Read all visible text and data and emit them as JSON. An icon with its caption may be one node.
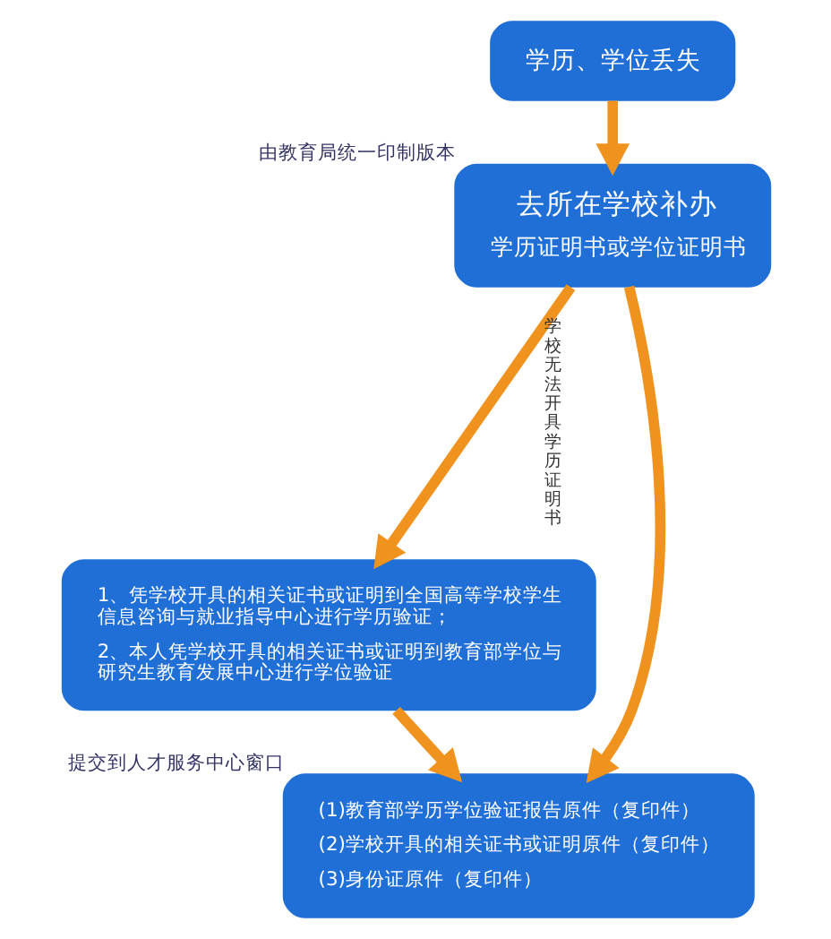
{
  "diagram": {
    "nodes": [
      {
        "text": [
          "学历、学位丢失"
        ]
      },
      {
        "text": [
          "去所在学校补办",
          "学历证明书或学位证明书"
        ],
        "beside": [
          "由教育局统一印制版本"
        ]
      },
      {
        "text": [
          "1、凭学校开具的相关证书或证明到全国高等学校学生信息咨询与就业指导中心进行学历验证；",
          "2、本人凭学校开具的相关证书或证明到教育部学位与研究生教育发展中心进行学位验证"
        ]
      },
      {
        "text": [
          "(1)教育部学历学位验证报告原件（复印件）",
          "(2)学校开具的相关证书或证明原件（复印件）",
          "(3)身份证原件（复印件）"
        ],
        "beside": [
          "提交到人才服务中心窗口"
        ]
      }
    ],
    "edges": [
      {
        "from": 0,
        "to": 1,
        "arrow": "to"
      },
      {
        "from": 1,
        "to": 2,
        "arrow": "to",
        "label": "学校无法开具学历证明书"
      },
      {
        "from": 1,
        "to": 3,
        "arrow": "to"
      },
      {
        "from": 2,
        "to": 3,
        "arrow": "to"
      }
    ]
  }
}
